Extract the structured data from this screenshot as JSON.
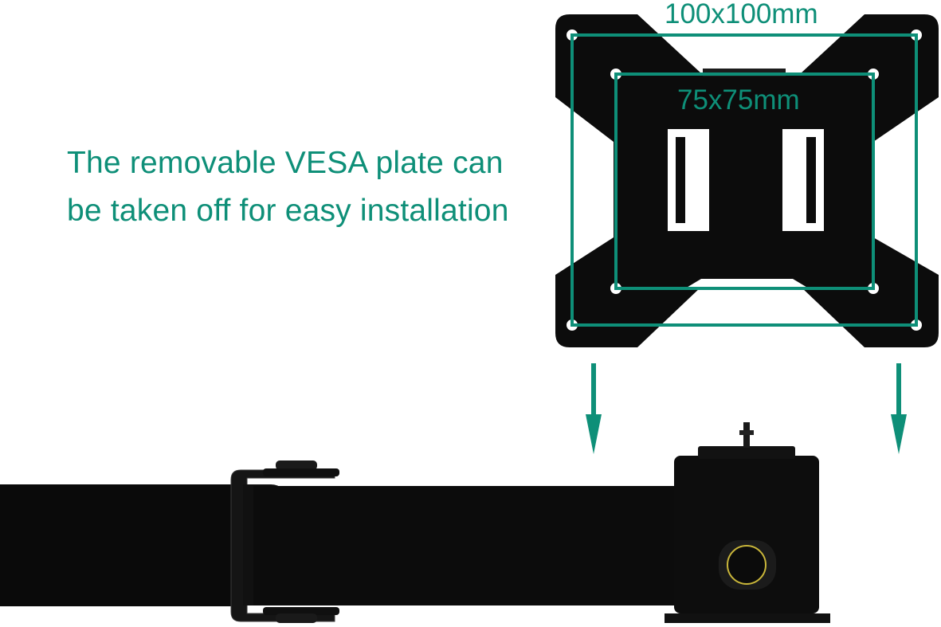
{
  "caption": {
    "line1": "The removable VESA plate can",
    "line2": "be taken off for easy installation"
  },
  "dimensions": {
    "outer": "100x100mm",
    "inner": "75x75mm"
  },
  "colors": {
    "accent": "#0e8f78",
    "metal": "#0c0c0c",
    "knob_ring": "#c9b63a"
  }
}
